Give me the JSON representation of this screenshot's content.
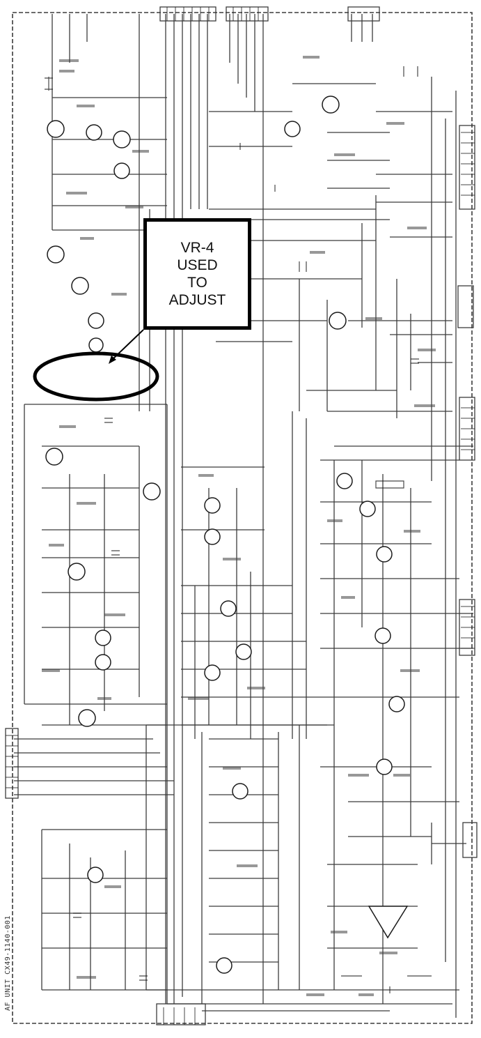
{
  "callout": {
    "lines": [
      "VR-4",
      "USED",
      "TO",
      "ADJUST"
    ]
  },
  "schematic": {
    "unit_label": "AF UNIT CX49-1140-001"
  },
  "colors": {
    "ink": "#1a1a1a",
    "paper": "#ffffff",
    "callout_border": "#000000"
  }
}
